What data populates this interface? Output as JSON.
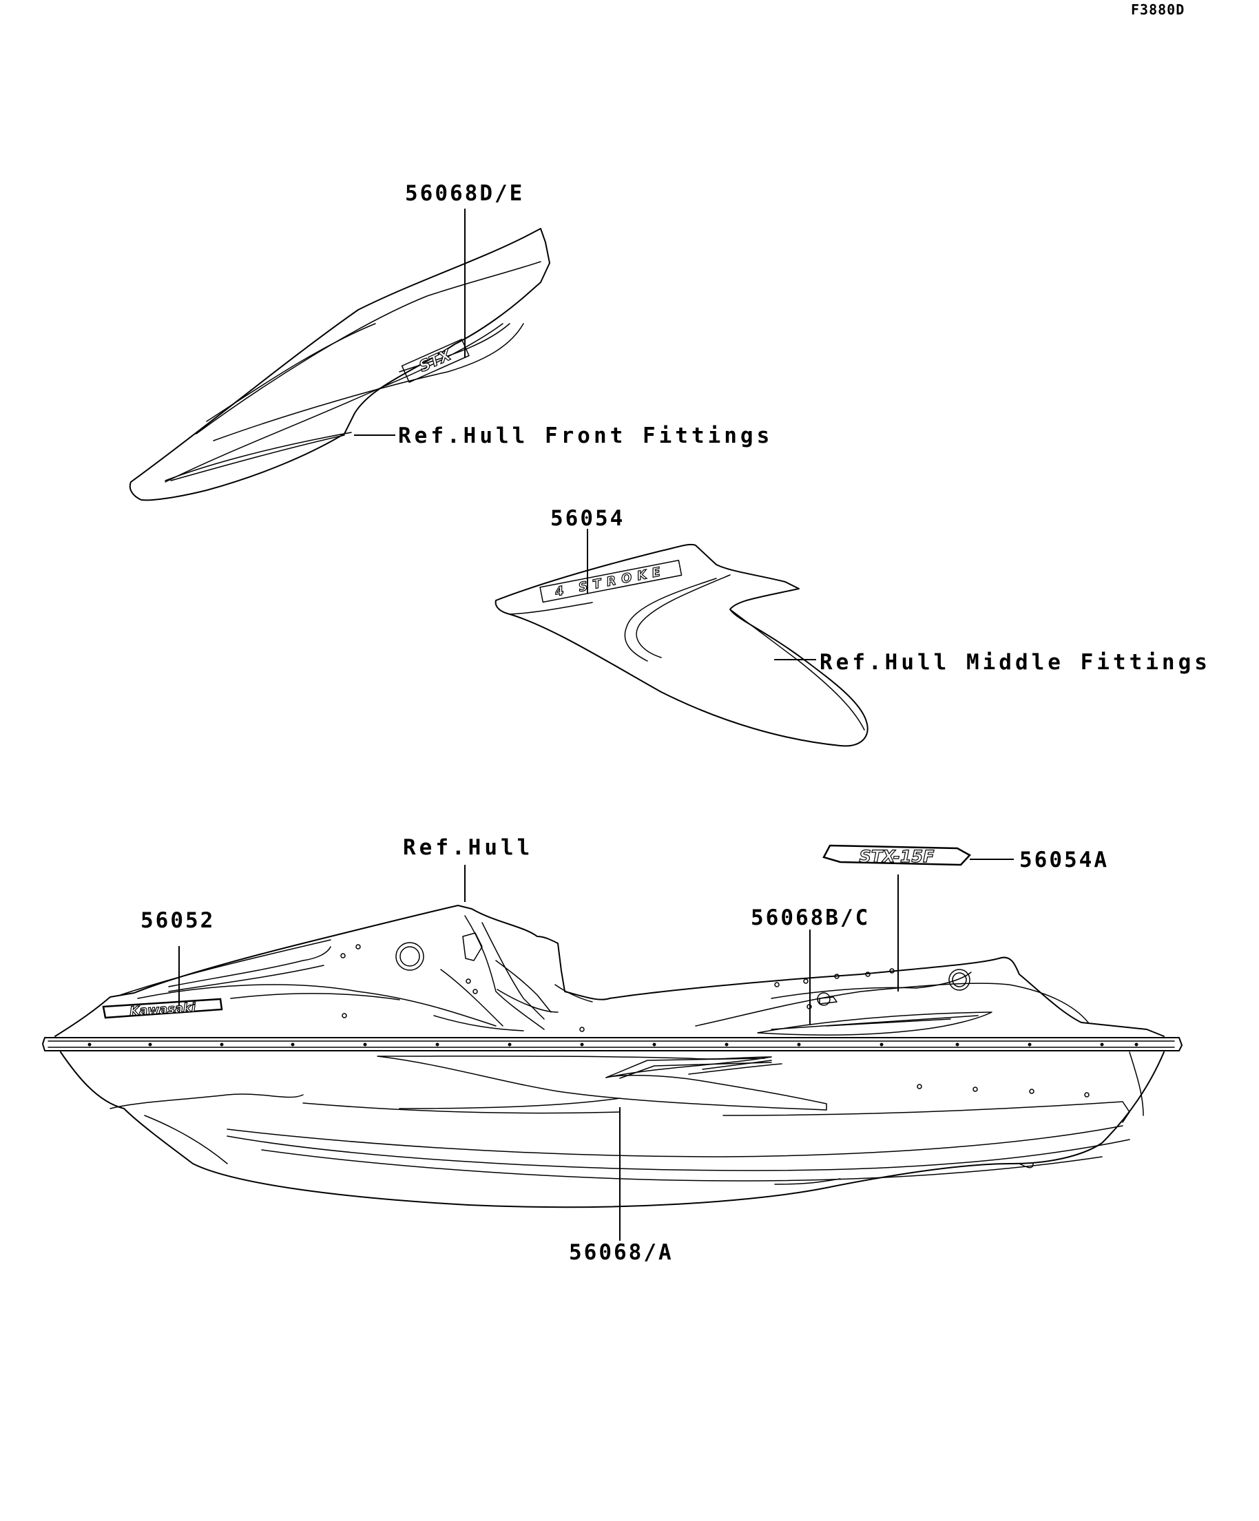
{
  "figure_id": "F3880D",
  "callouts": {
    "front_part": "56068D/E",
    "front_ref": "Ref.Hull Front Fittings",
    "middle_part": "56054",
    "middle_ref": "Ref.Hull Middle Fittings",
    "hull_ref": "Ref.Hull",
    "logo_part": "56054A",
    "kawasaki_part": "56052",
    "side_part_upper": "56068B/C",
    "side_part_lower": "56068/A"
  },
  "decal_texts": {
    "front_logo": "STX",
    "middle_logo": "4 STROKE",
    "brand_logo": "Kawasaki",
    "model_logo": "STX-15F"
  },
  "colors": {
    "line": "#000000",
    "background": "#ffffff"
  }
}
